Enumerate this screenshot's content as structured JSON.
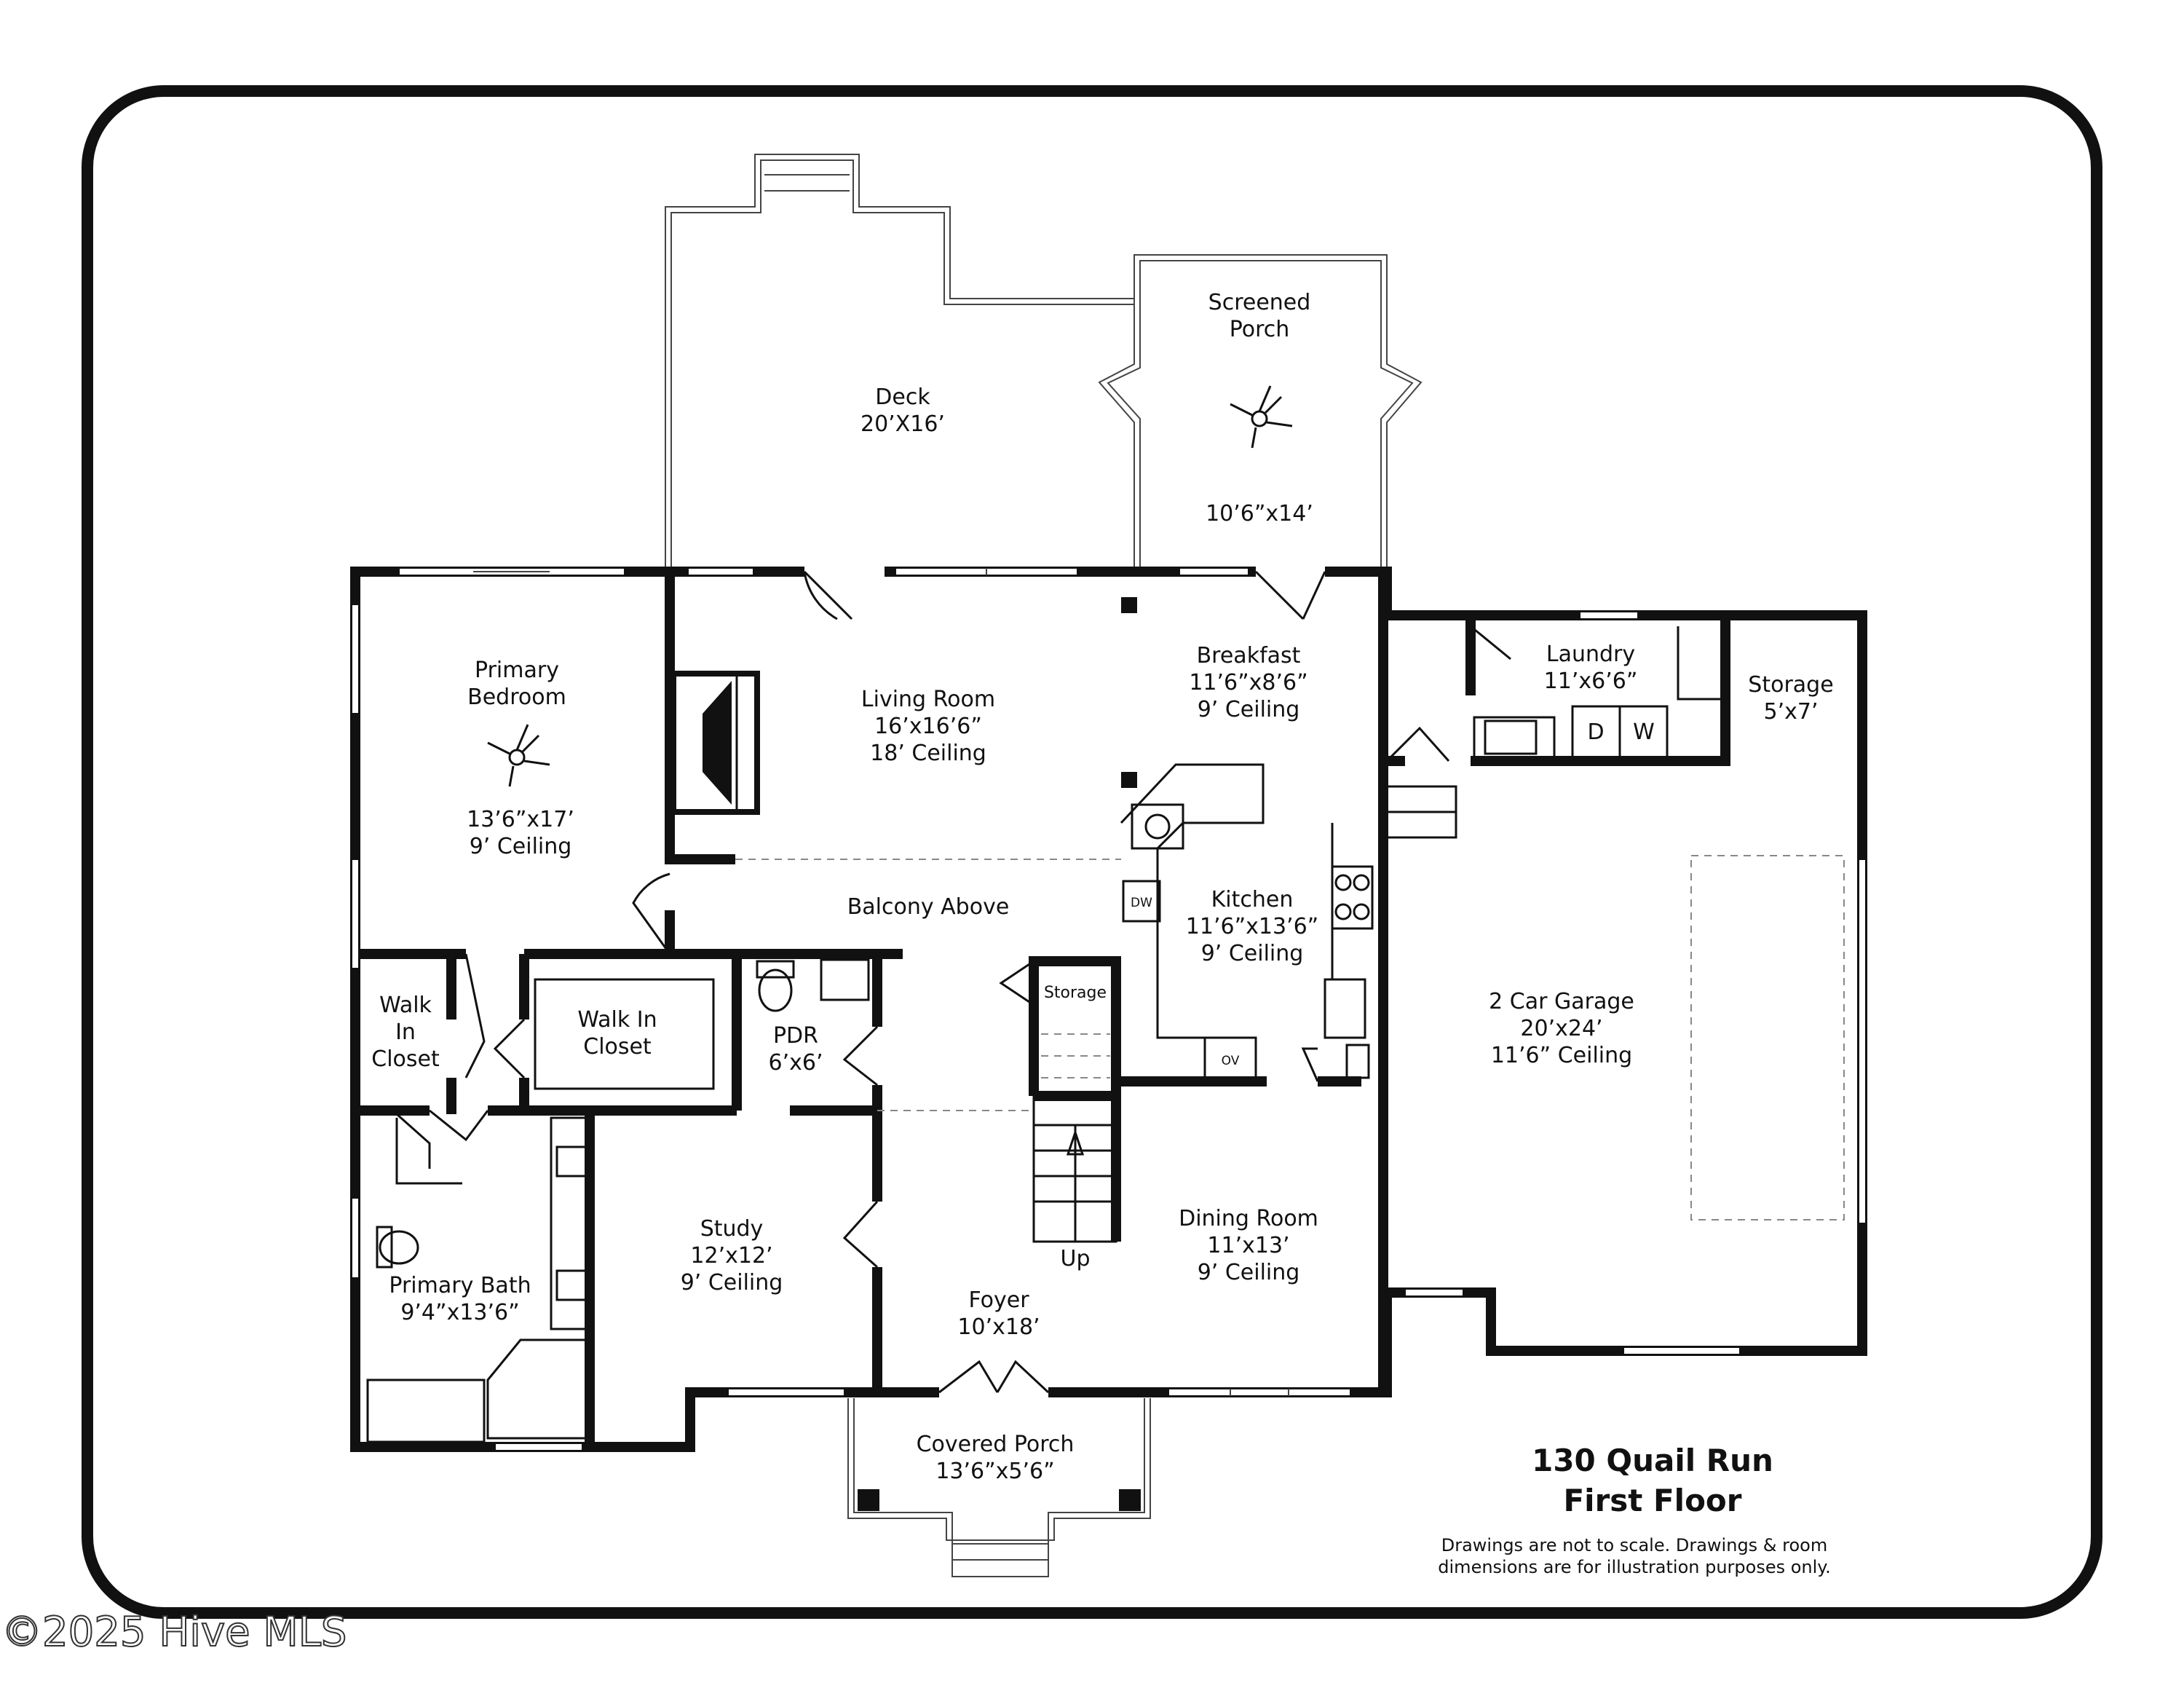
{
  "rooms": {
    "deck": {
      "name": "Deck",
      "dims": "20’X16’"
    },
    "screened_porch": {
      "name_line1": "Screened",
      "name_line2": "Porch",
      "dims": "10’6”x14’"
    },
    "primary_bedroom": {
      "name_line1": "Primary",
      "name_line2": "Bedroom",
      "dims": "13’6”x17’",
      "ceiling": "9’ Ceiling"
    },
    "living_room": {
      "name": "Living Room",
      "dims": "16’x16’6”",
      "ceiling": "18’ Ceiling"
    },
    "breakfast": {
      "name": "Breakfast",
      "dims": "11’6”x8’6”",
      "ceiling": "9’ Ceiling"
    },
    "laundry": {
      "name": "Laundry",
      "dims": "11’x6’6”",
      "dryer": "D",
      "washer": "W"
    },
    "storage_garage": {
      "name": "Storage",
      "dims": "5’x7’"
    },
    "balcony": {
      "name": "Balcony Above"
    },
    "kitchen": {
      "name": "Kitchen",
      "dims": "11’6”x13’6”",
      "ceiling": "9’ Ceiling",
      "dishwasher": "DW",
      "oven": "OV"
    },
    "walk_in_closet_1": {
      "line1": "Walk",
      "line2": "In",
      "line3": "Closet"
    },
    "walk_in_closet_2": {
      "line1": "Walk In",
      "line2": "Closet"
    },
    "pdr": {
      "name": "PDR",
      "dims": "6’x6’"
    },
    "storage_stair": {
      "name": "Storage"
    },
    "garage": {
      "name": "2 Car Garage",
      "dims": "20’x24’",
      "ceiling": "11’6” Ceiling"
    },
    "primary_bath": {
      "name": "Primary Bath",
      "dims": "9’4”x13’6”"
    },
    "study": {
      "name": "Study",
      "dims": "12’x12’",
      "ceiling": "9’ Ceiling"
    },
    "stairs": {
      "label": "Up"
    },
    "dining_room": {
      "name": "Dining Room",
      "dims": "11’x13’",
      "ceiling": "9’ Ceiling"
    },
    "foyer": {
      "name": "Foyer",
      "dims": "10’x18’"
    },
    "covered_porch": {
      "name": "Covered Porch",
      "dims": "13’6”x5’6”"
    }
  },
  "title": {
    "line1": "130 Quail Run",
    "line2": "First Floor"
  },
  "disclaimer": {
    "line1": "Drawings are not to scale. Drawings & room",
    "line2": "dimensions are for illustration purposes only."
  },
  "watermark": "©2025 Hive MLS"
}
